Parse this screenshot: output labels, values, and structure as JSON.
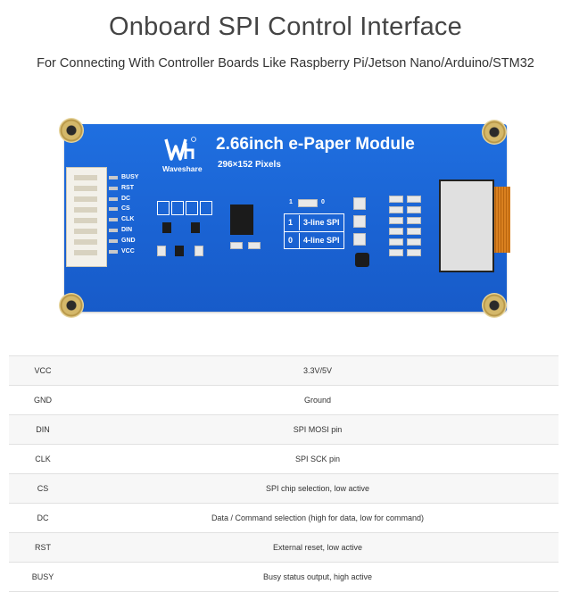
{
  "header": {
    "title": "Onboard SPI Control Interface",
    "subtitle": "For Connecting With Controller Boards Like Raspberry Pi/Jetson Nano/Arduino/STM32"
  },
  "board": {
    "brand": "Waveshare",
    "title": "2.66inch e-Paper Module",
    "resolution": "296×152 Pixels",
    "pins": [
      "BUSY",
      "RST",
      "DC",
      "CS",
      "CLK",
      "DIN",
      "GND",
      "VCC"
    ],
    "spi_options": [
      {
        "num": "1",
        "label": "3-line SPI"
      },
      {
        "num": "0",
        "label": "4-line SPI"
      }
    ],
    "jumper_labels": [
      "1",
      "0"
    ],
    "colors": {
      "board": "#1a62d2",
      "gold": "#d4b86a",
      "ribbon": "#d9801f"
    }
  },
  "pin_table": [
    {
      "pin": "VCC",
      "desc": "3.3V/5V"
    },
    {
      "pin": "GND",
      "desc": "Ground"
    },
    {
      "pin": "DIN",
      "desc": "SPI MOSI pin"
    },
    {
      "pin": "CLK",
      "desc": "SPI SCK pin"
    },
    {
      "pin": "CS",
      "desc": "SPI chip selection, low active"
    },
    {
      "pin": "DC",
      "desc": "Data / Command selection (high for data, low for command)"
    },
    {
      "pin": "RST",
      "desc": "External reset, low active"
    },
    {
      "pin": "BUSY",
      "desc": "Busy status output, high active"
    }
  ]
}
